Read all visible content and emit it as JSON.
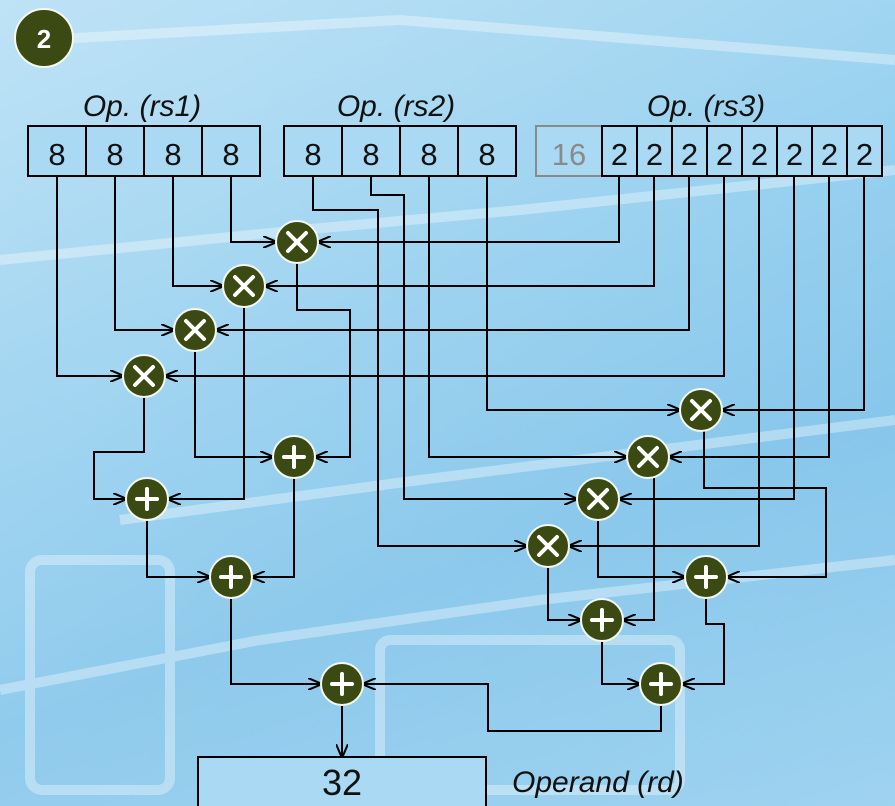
{
  "badge": "2",
  "operands": {
    "rs1": {
      "label": "Op. (rs1)",
      "cells": [
        "8",
        "8",
        "8",
        "8"
      ]
    },
    "rs2": {
      "label": "Op. (rs2)",
      "cells": [
        "8",
        "8",
        "8",
        "8"
      ]
    },
    "rs3": {
      "label": "Op. (rs3)",
      "unused": "16",
      "cells": [
        "2",
        "2",
        "2",
        "2",
        "2",
        "2",
        "2",
        "2"
      ]
    }
  },
  "result": {
    "value": "32",
    "label": "Operand (rd)"
  },
  "operators": {
    "multiply_count": 8,
    "add_count": 7
  }
}
